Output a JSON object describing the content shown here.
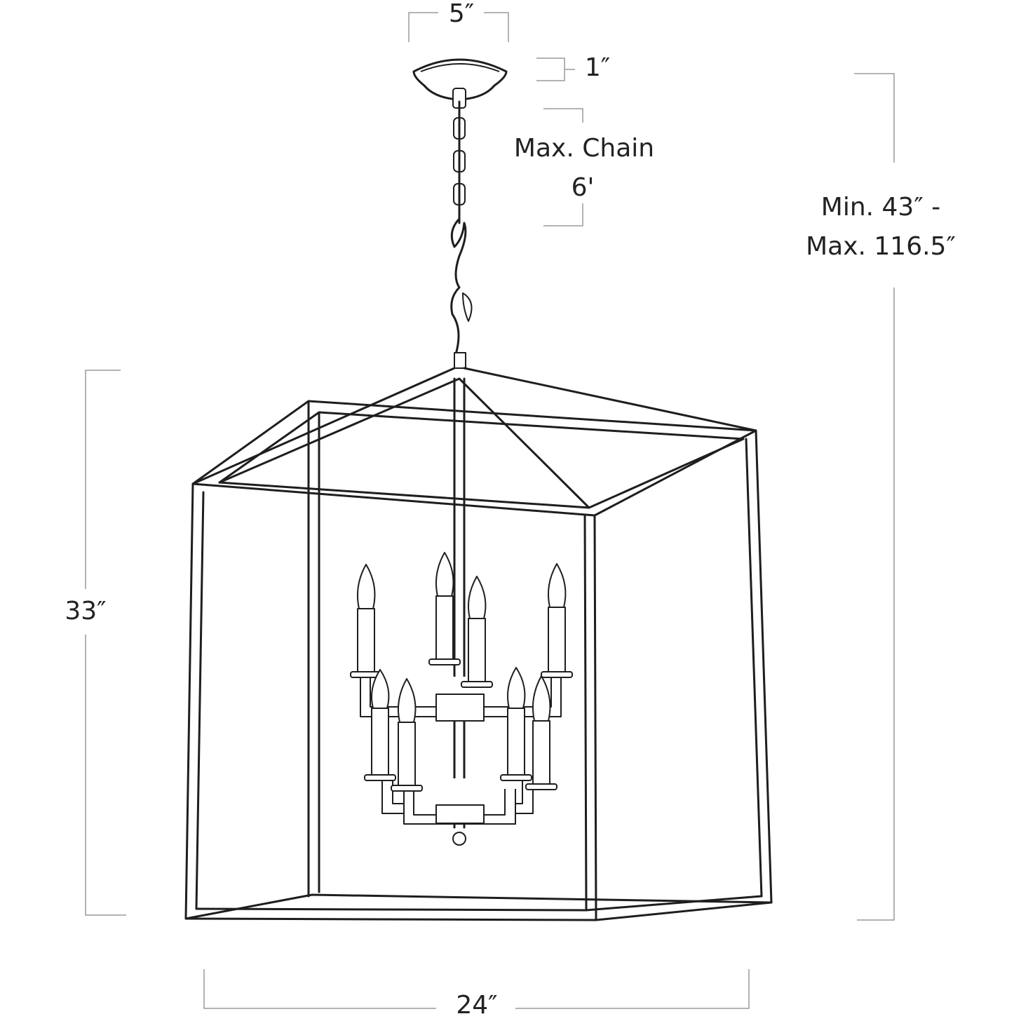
{
  "dimensions": {
    "canopy_width": "5″",
    "canopy_height": "1″",
    "chain_label": "Max. Chain",
    "chain_length": "6'",
    "overall_height_min": "Min. 43″ -",
    "overall_height_max": "Max. 116.5″",
    "body_height": "33″",
    "body_width": "24″"
  },
  "colors": {
    "line": "#1e1e1e",
    "dimension_line": "#9a9a9a",
    "text": "#222222"
  }
}
